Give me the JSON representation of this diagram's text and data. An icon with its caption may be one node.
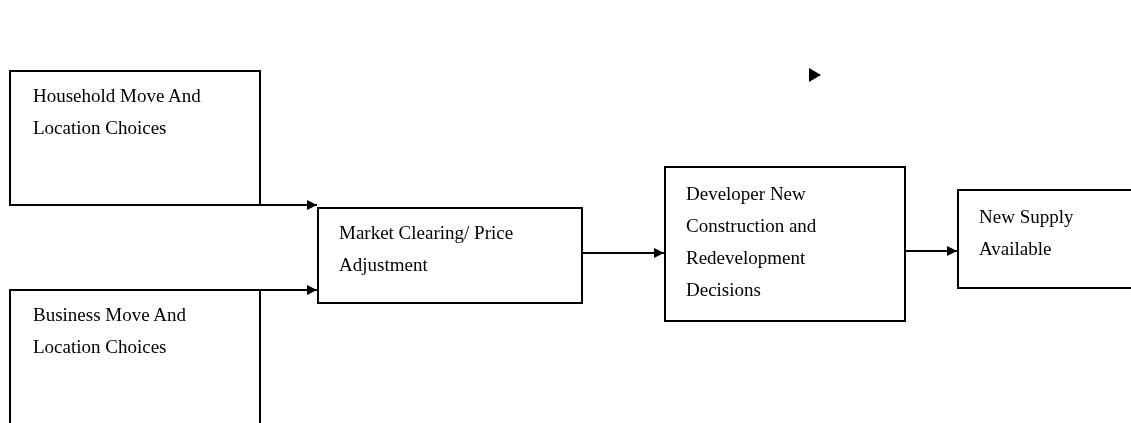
{
  "diagram": {
    "nodes": [
      {
        "text": [
          "Household Move And Location Choices"
        ]
      },
      {
        "text": [
          "Business Move And Location Choices"
        ]
      },
      {
        "text": [
          "Market Clearing/ Price Adjustment"
        ]
      },
      {
        "text": [
          "Developer New Construction and Redevelopment Decisions"
        ]
      },
      {
        "text": [
          "New Supply Available"
        ]
      }
    ],
    "edges": [
      {
        "from": 0,
        "to": 2,
        "arrow": "to"
      },
      {
        "from": 1,
        "to": 2,
        "arrow": "to"
      },
      {
        "from": 2,
        "to": 3,
        "arrow": "to"
      },
      {
        "from": 3,
        "to": 4,
        "arrow": "to"
      }
    ]
  }
}
